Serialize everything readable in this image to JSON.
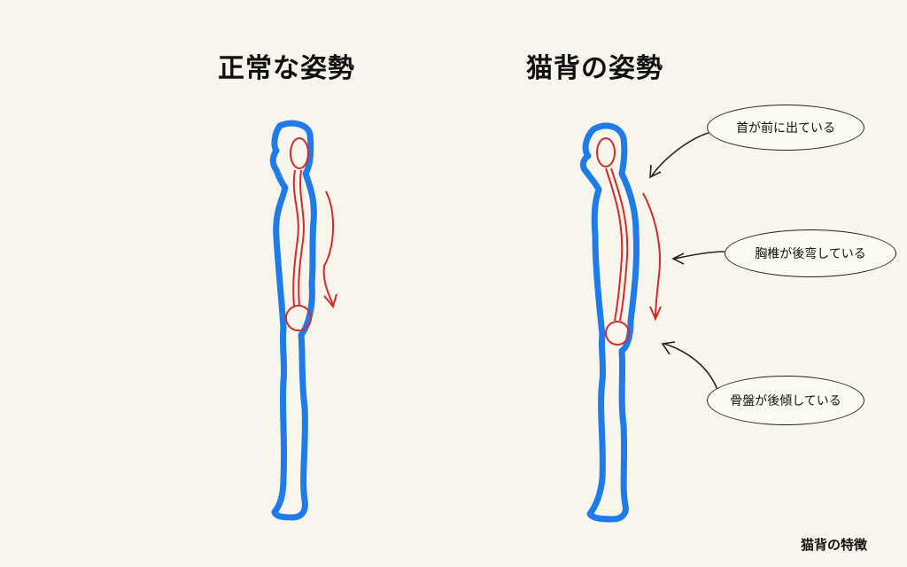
{
  "titles": {
    "normal": "正常な姿勢",
    "cat": "猫背の姿勢"
  },
  "callouts": {
    "neck": "首が前に出ている",
    "thoracic": "胸椎が後弯している",
    "pelvis": "骨盤が後傾している"
  },
  "caption": "猫背の特徴",
  "colors": {
    "outline": "#1e7be8",
    "spine": "#d42a2a",
    "arrow": "#222222",
    "background": "#f8f6ec"
  }
}
